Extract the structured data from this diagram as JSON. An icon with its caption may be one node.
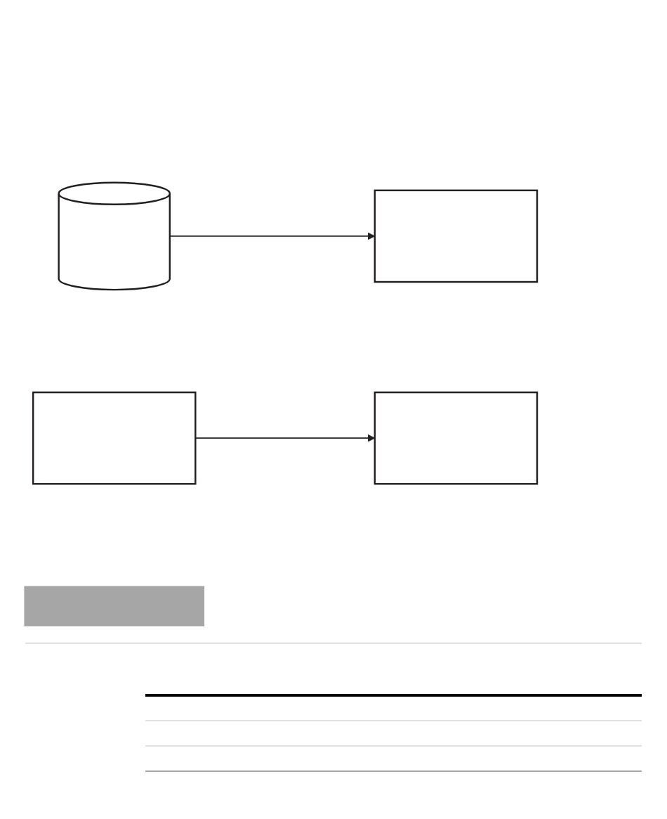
{
  "diagram": {
    "nodes": [
      {
        "text": [],
        "shape": "cylinder"
      },
      {
        "text": [],
        "shape": "box"
      },
      {
        "text": [],
        "shape": "box"
      },
      {
        "text": [],
        "shape": "box"
      },
      {
        "text": [],
        "shape": "bar"
      }
    ],
    "edges": [
      {
        "from": 0,
        "to": 1,
        "arrow": "to"
      },
      {
        "from": 2,
        "to": 3,
        "arrow": "to"
      }
    ]
  }
}
